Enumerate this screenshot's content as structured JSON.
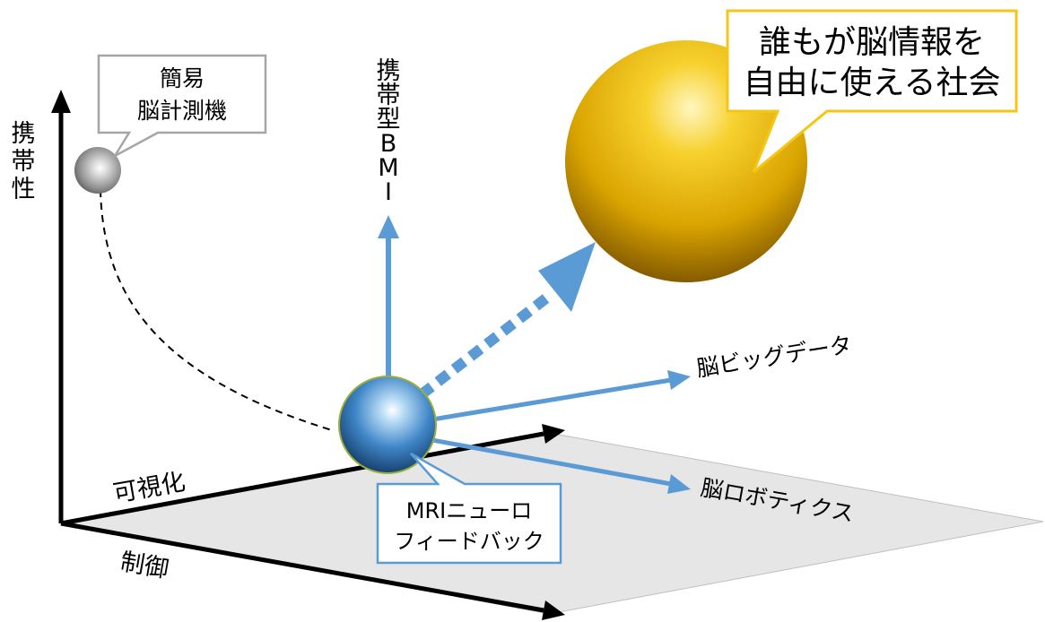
{
  "axes": {
    "vertical_label": "携帯性",
    "depth_label": "可視化",
    "front_label": "制御"
  },
  "callouts": {
    "simple_device": {
      "line1": "簡易",
      "line2": "脳計測機"
    },
    "mri": {
      "line1": "MRIニューロ",
      "line2": "フィードバック"
    },
    "goal": {
      "line1": "誰もが脳情報を",
      "line2": "自由に使える社会"
    }
  },
  "branches": {
    "up_label": "携帯型BMI",
    "big_data_label": "脳ビッグデータ",
    "robotics_label": "脳ロボティクス"
  },
  "colors": {
    "arrow_blue": "#5b9bd5",
    "callout_blue_border": "#5b9bd5",
    "callout_gold_border": "#f5c518",
    "callout_gray_border": "#a6a6a6",
    "plane_fill": "#e6e6e6",
    "axis_black": "#000000",
    "sphere_gold": "#e8b810",
    "sphere_blue": "#3a80c6",
    "sphere_gray": "#9a9a9a"
  }
}
